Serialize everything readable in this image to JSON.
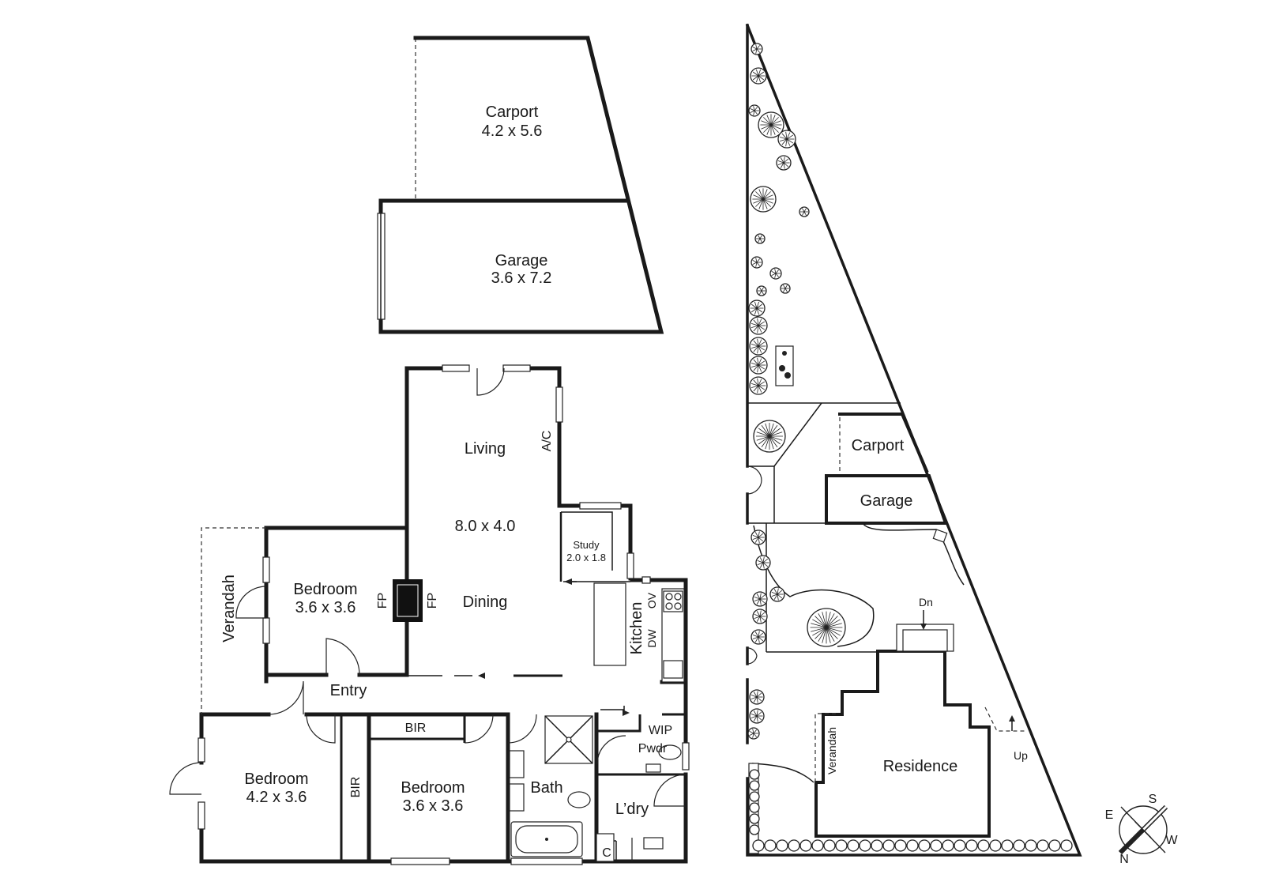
{
  "floor_plan": {
    "carport": {
      "name": "Carport",
      "dims": "4.2 x 5.6"
    },
    "garage": {
      "name": "Garage",
      "dims": "3.6 x 7.2"
    },
    "living": {
      "name": "Living",
      "dims": "8.0 x 4.0",
      "ac": "A/C"
    },
    "dining": {
      "name": "Dining"
    },
    "study": {
      "name": "Study",
      "dims": "2.0 x 1.8"
    },
    "bedroom_front": {
      "name": "Bedroom",
      "dims": "3.6 x 3.6"
    },
    "fireplace": {
      "left": "FP",
      "right": "FP"
    },
    "verandah": "Verandah",
    "kitchen": {
      "name": "Kitchen",
      "ov": "OV",
      "dw": "DW"
    },
    "entry": "Entry",
    "bir_top": "BIR",
    "bir_side": "BIR",
    "bedroom_left": {
      "name": "Bedroom",
      "dims": "4.2 x 3.6"
    },
    "bedroom_mid": {
      "name": "Bedroom",
      "dims": "3.6 x 3.6"
    },
    "bath": "Bath",
    "wip": "WIP",
    "pwdr": "Pwdr",
    "laundry": "L’dry",
    "cupboard": "C"
  },
  "site_plan": {
    "carport": "Carport",
    "garage": "Garage",
    "residence": "Residence",
    "verandah": "Verandah",
    "down": "Dn",
    "up": "Up"
  },
  "compass": {
    "n": "N",
    "s": "S",
    "e": "E",
    "w": "W"
  }
}
